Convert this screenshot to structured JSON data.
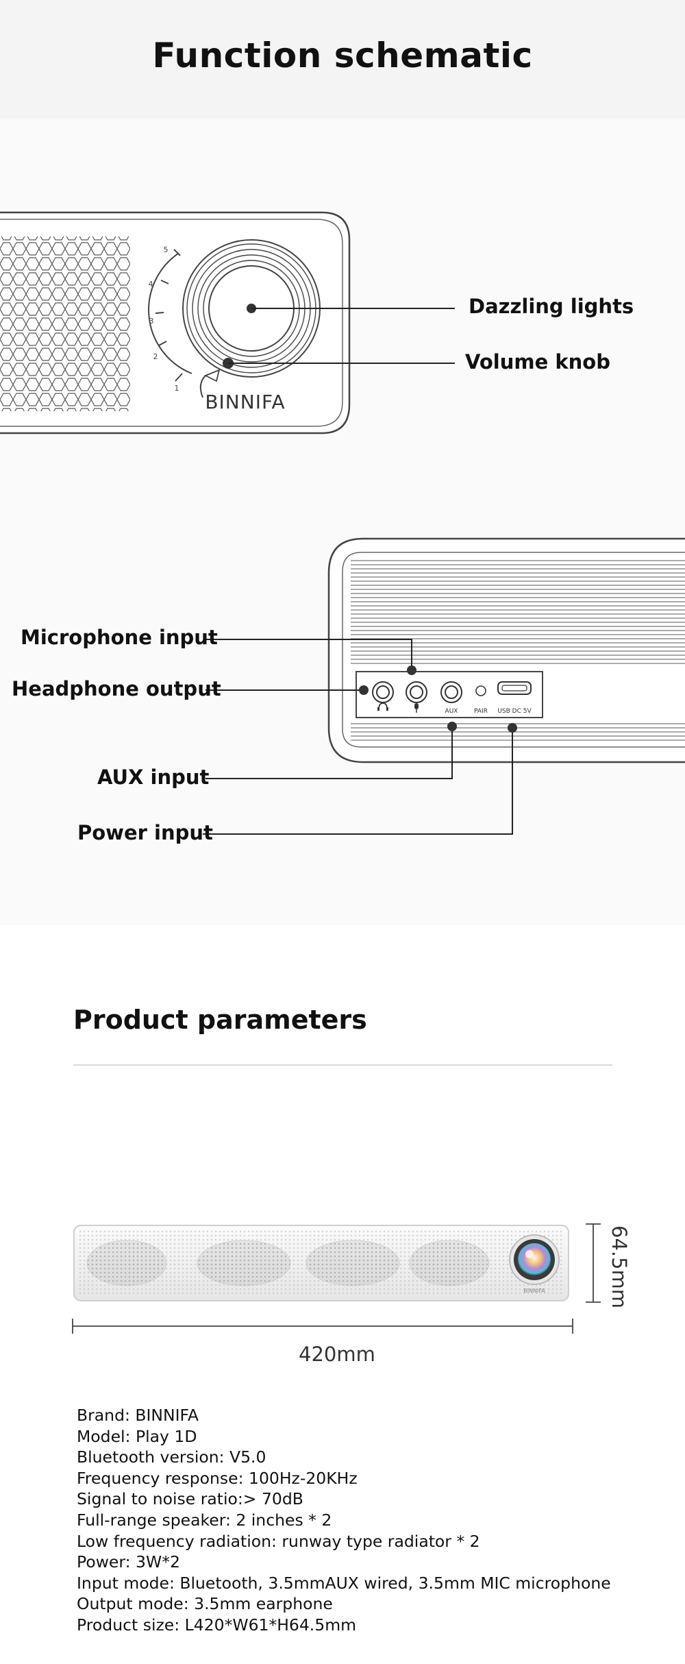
{
  "header": {
    "title": "Function schematic"
  },
  "front_view": {
    "callouts": {
      "lights": "Dazzling lights",
      "volume": "Volume knob"
    },
    "brand_mark": "BINNIFA",
    "scale_numbers": [
      "1",
      "2",
      "3",
      "4",
      "5"
    ]
  },
  "rear_view": {
    "callouts": {
      "microphone": "Microphone input",
      "headphone": "Headphone output",
      "aux": "AUX input",
      "power": "Power input"
    },
    "port_labels": {
      "aux": "AUX",
      "pair": "PAIR",
      "usb": "USB DC 5V"
    }
  },
  "parameters": {
    "title": "Product parameters",
    "dimensions": {
      "length": "420mm",
      "height": "64.5mm"
    },
    "product_brand_mark": "BINNIFA",
    "specs": [
      "Brand: BINNIFA",
      "Model: Play 1D",
      "Bluetooth version: V5.0",
      "Frequency response: 100Hz-20KHz",
      "Signal to noise ratio:> 70dB",
      "Full-range speaker: 2 inches * 2",
      "Low frequency radiation: runway type radiator * 2",
      "Power: 3W*2",
      "Input mode: Bluetooth, 3.5mmAUX wired, 3.5mm MIC microphone",
      "Output mode: 3.5mm earphone",
      "Product size: L420*W61*H64.5mm"
    ]
  },
  "colors": {
    "header_bg": "#f4f4f4",
    "band_bg": "#fafafa",
    "line": "#222222",
    "speaker_body": "#f6f6f6"
  }
}
